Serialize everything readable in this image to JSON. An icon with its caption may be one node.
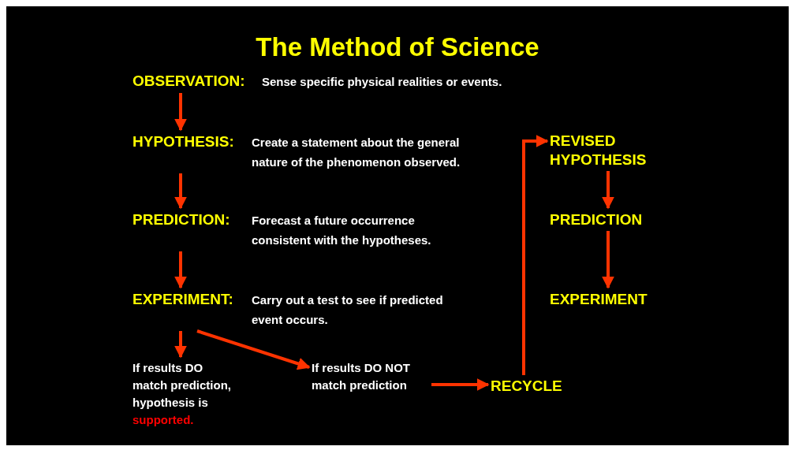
{
  "diagram": {
    "title": "The Method of Science",
    "nodes": [
      {
        "text": [
          "OBSERVATION:",
          "Sense specific physical realities or events."
        ]
      },
      {
        "text": [
          "HYPOTHESIS:",
          "Create a statement about the general nature of the phenomenon observed."
        ]
      },
      {
        "text": [
          "PREDICTION:",
          "Forecast a future occurrence consistent with the hypotheses."
        ]
      },
      {
        "text": [
          "EXPERIMENT:",
          "Carry out a test to see if predicted event occurs."
        ]
      },
      {
        "text": [
          "If results DO match prediction, hypothesis is",
          "supported."
        ]
      },
      {
        "text": [
          "If results DO NOT match prediction"
        ]
      },
      {
        "text": [
          "RECYCLE"
        ]
      },
      {
        "text": [
          "REVISED HYPOTHESIS"
        ]
      },
      {
        "text": [
          "PREDICTION"
        ]
      },
      {
        "text": [
          "EXPERIMENT"
        ]
      }
    ],
    "edges": [
      {
        "from": 0,
        "to": 1,
        "arrow": "to"
      },
      {
        "from": 1,
        "to": 2,
        "arrow": "to"
      },
      {
        "from": 2,
        "to": 3,
        "arrow": "to"
      },
      {
        "from": 3,
        "to": 4,
        "arrow": "to"
      },
      {
        "from": 3,
        "to": 5,
        "arrow": "to"
      },
      {
        "from": 5,
        "to": 6,
        "arrow": "to"
      },
      {
        "from": 6,
        "to": 7,
        "arrow": "to"
      },
      {
        "from": 7,
        "to": 8,
        "arrow": "to"
      },
      {
        "from": 8,
        "to": 9,
        "arrow": "to"
      }
    ]
  }
}
